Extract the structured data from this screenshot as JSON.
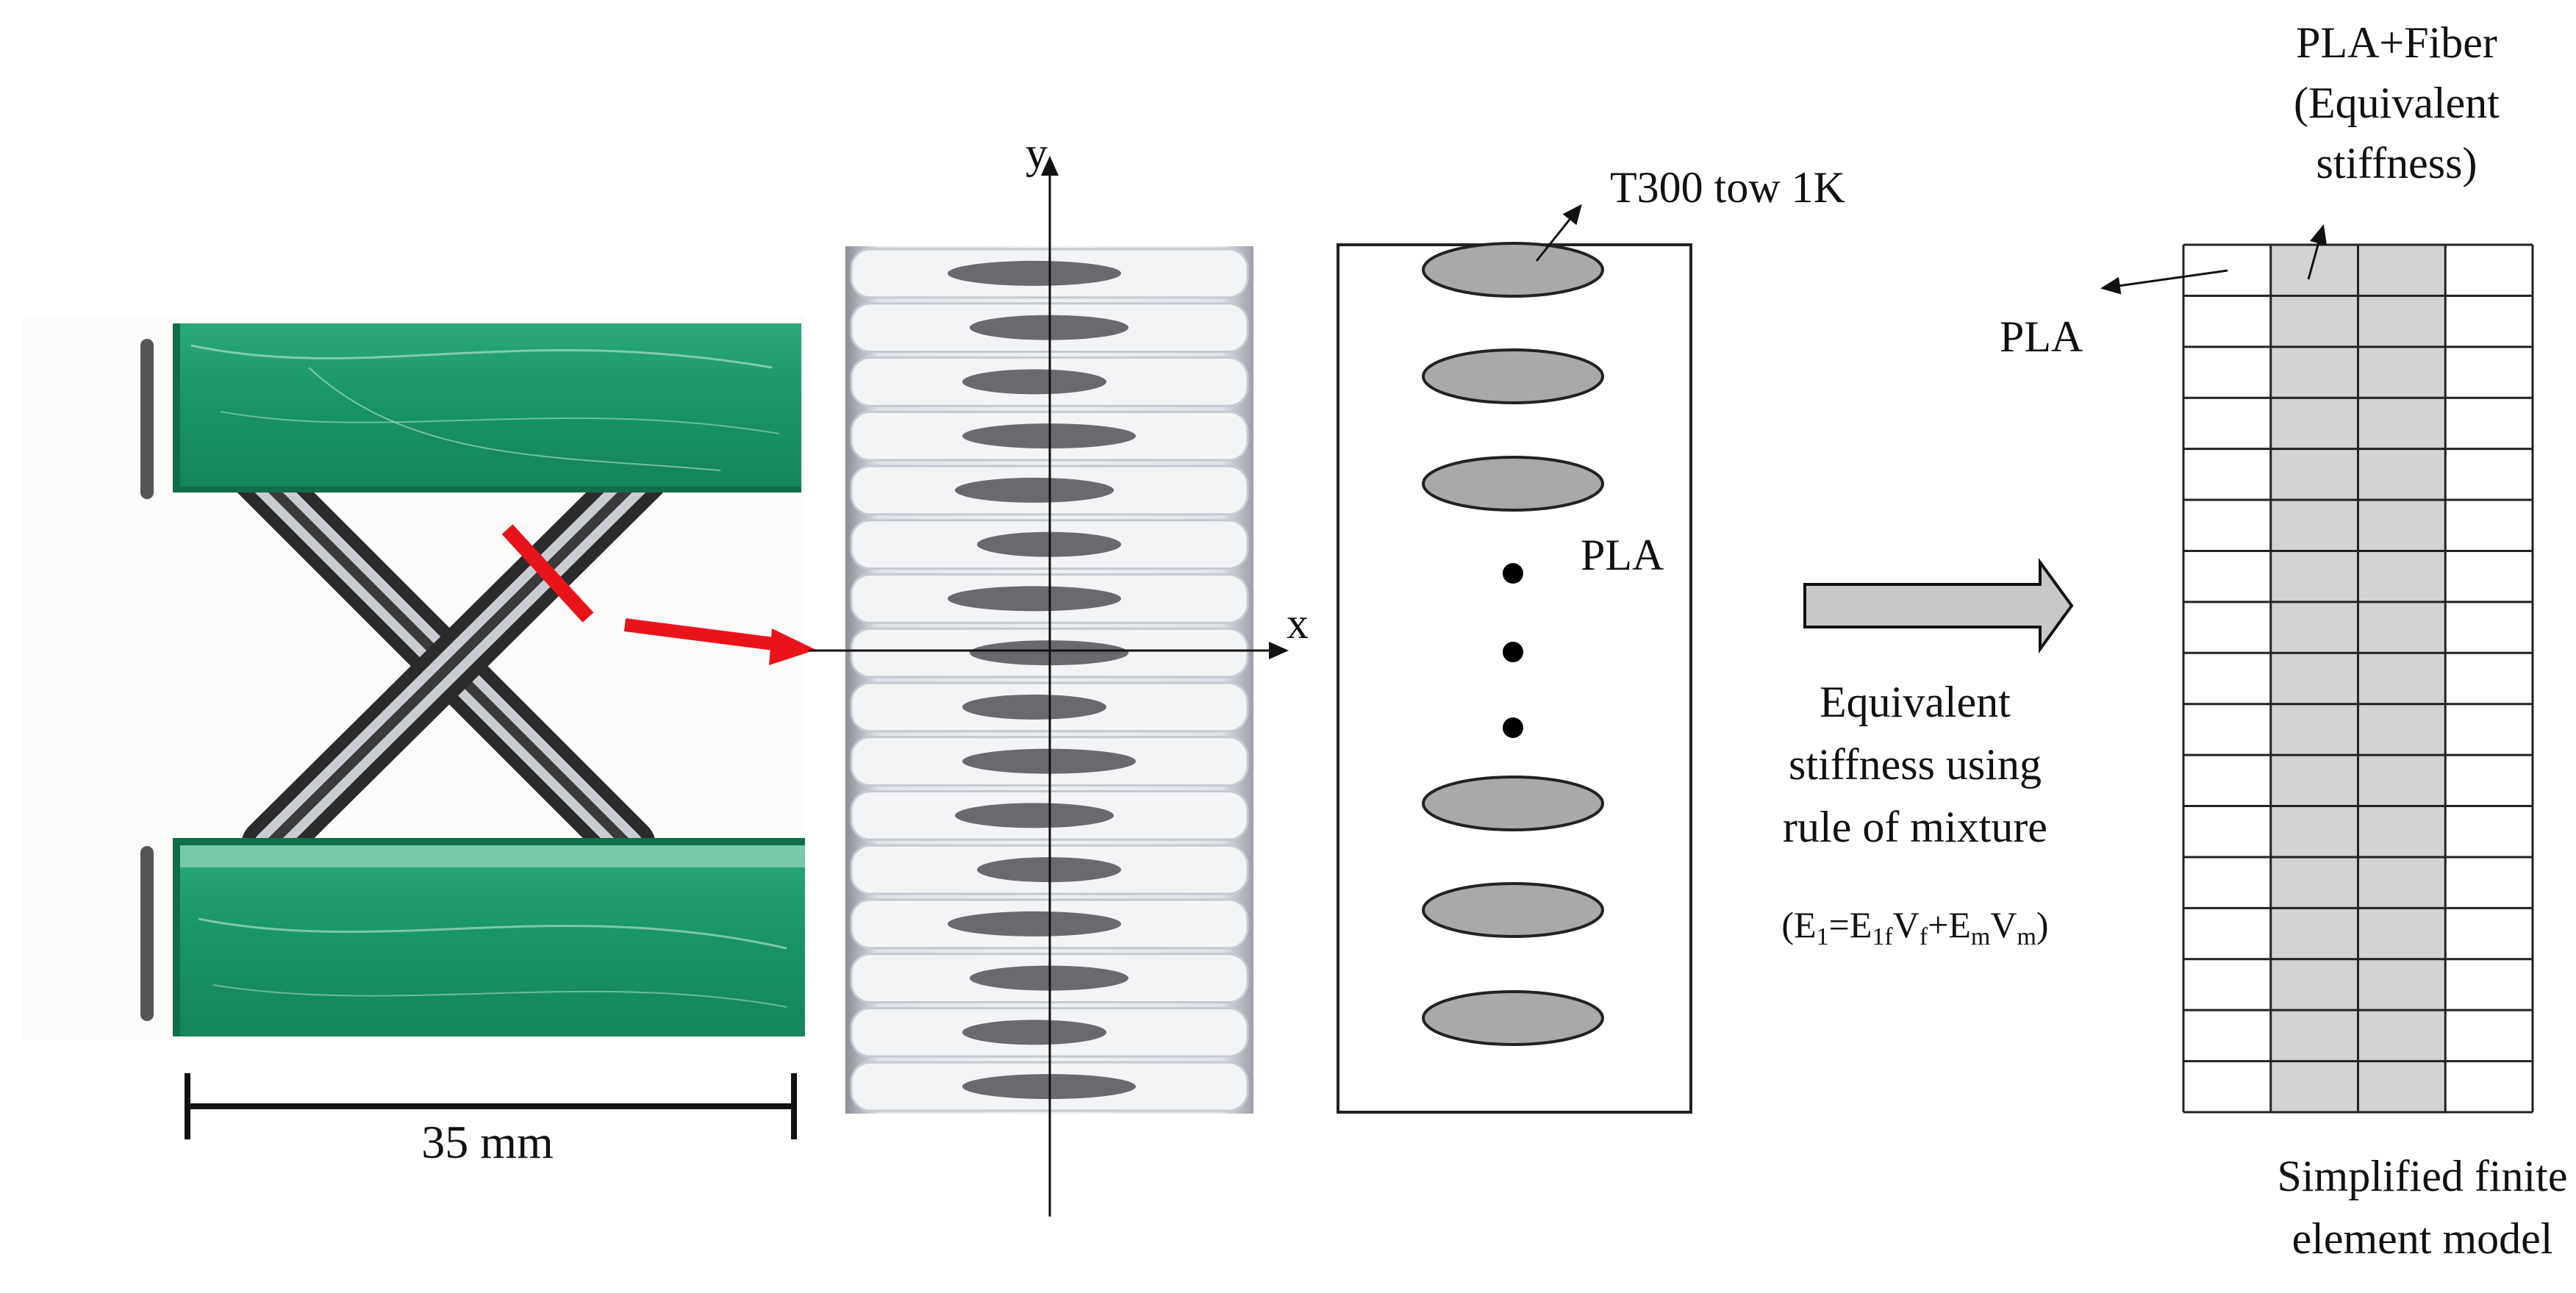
{
  "photo": {
    "scale_label": "35 mm"
  },
  "cross_section": {
    "axis_x_label": "x",
    "axis_y_label": "y"
  },
  "schematic": {
    "tow_label": "T300 tow 1K",
    "matrix_label": "PLA"
  },
  "conversion": {
    "line1": "Equivalent",
    "line2": "stiffness using",
    "line3": "rule of mixture",
    "formula": {
      "E1": "E",
      "E1_sub": "1",
      "eq": "=E",
      "E1f_sub": "1f",
      "V": "V",
      "Vf_sub": "f",
      "plus": "+E",
      "Em_sub": "m",
      "V2": "V",
      "Vm_sub": "m",
      "open": "(",
      "close": ")"
    }
  },
  "fe_model": {
    "fiber_label_1": "PLA+Fiber",
    "fiber_label_2": "(Equivalent",
    "fiber_label_3": "stiffness)",
    "matrix_label": "PLA",
    "caption_1": "Simplified finite",
    "caption_2": "element model",
    "grid_rows": 17,
    "grid_cols": 4,
    "fiber_columns": [
      1,
      2
    ]
  },
  "colors": {
    "tow_fill": "#a9a9a9",
    "fiber_cell_fill": "#d3d3d3",
    "arrow_red": "#e8141a",
    "block_green": "#1e9a6a",
    "big_arrow_fill": "#c8c8c8"
  }
}
